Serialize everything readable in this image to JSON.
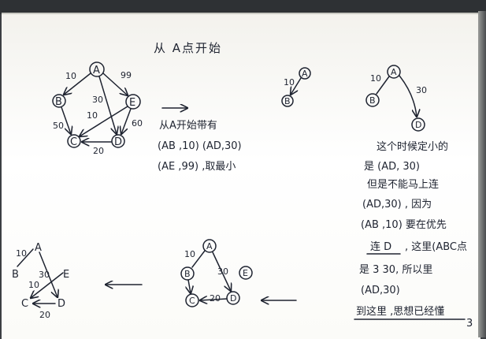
{
  "title": "从 A点开始",
  "intermediate_graph": {
    "nodes": [
      "A",
      "B",
      "C",
      "D",
      "E"
    ],
    "edges": [
      {
        "from": "A",
        "to": "B",
        "weight": "10"
      },
      {
        "from": "A",
        "to": "E",
        "weight": "99"
      },
      {
        "from": "A",
        "to": "D",
        "weight": "30"
      },
      {
        "from": "B",
        "to": "C",
        "weight": "50"
      },
      {
        "from": "E",
        "to": "C",
        "weight": "10"
      },
      {
        "from": "E",
        "to": "D",
        "weight": "60"
      },
      {
        "from": "D",
        "to": "C",
        "weight": "20"
      }
    ]
  },
  "start_note": {
    "line1": "从A开始带有",
    "line2": "(AB ,10) (AD,30)",
    "line3": "(AE ,99) ,取最小"
  },
  "tree1": {
    "nodes": [
      "A",
      "B"
    ],
    "edge_weight": "10"
  },
  "tree2": {
    "nodes": [
      "A",
      "B",
      "D"
    ],
    "weights": [
      "10",
      "30"
    ]
  },
  "right_note": {
    "line1": "这个时候定小的",
    "line2": "是 (AD, 30)",
    "line3": "但是不能马上连",
    "line4": "(AD,30) , 因为",
    "line5": "(AB ,10) 要在优先",
    "line6": "连 D",
    "line7": ", 这里(ABC点",
    "line8": "是 3  30, 所以里",
    "line9": "(AD,30)",
    "line10": "到这里 ,思想已经懂"
  },
  "page_number": "3",
  "middle_graph": {
    "nodes": [
      "A",
      "B",
      "E",
      "C",
      "D"
    ],
    "weights": [
      "10",
      "30",
      "20"
    ]
  },
  "final_graph": {
    "nodes": [
      "A",
      "B",
      "E",
      "C",
      "D"
    ],
    "weights": [
      "10",
      "30",
      "10",
      "20"
    ]
  }
}
